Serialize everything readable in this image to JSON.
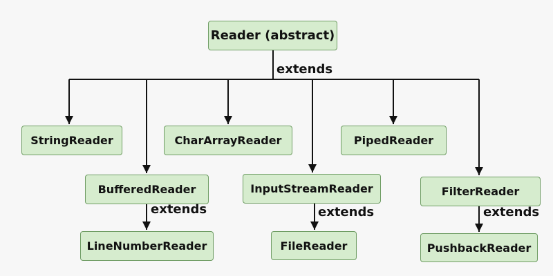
{
  "diagram": {
    "root": {
      "label": "Reader (abstract)",
      "edge_label": "extends"
    },
    "children": [
      {
        "id": "string",
        "label": "StringReader"
      },
      {
        "id": "chararray",
        "label": "CharArrayReader"
      },
      {
        "id": "piped",
        "label": "PipedReader"
      },
      {
        "id": "buffered",
        "label": "BufferedReader",
        "edge_label": "extends",
        "child": {
          "id": "linenumber",
          "label": "LineNumberReader"
        }
      },
      {
        "id": "inputstream",
        "label": "InputStreamReader",
        "edge_label": "extends",
        "child": {
          "id": "file",
          "label": "FileReader"
        }
      },
      {
        "id": "filter",
        "label": "FilterReader",
        "edge_label": "extends",
        "child": {
          "id": "pushback",
          "label": "PushbackReader"
        }
      }
    ]
  },
  "colors": {
    "background": "#f7f7f7",
    "node_fill": "#d6ecce",
    "node_border": "#6e9c63",
    "line": "#111111",
    "text": "#111111"
  }
}
